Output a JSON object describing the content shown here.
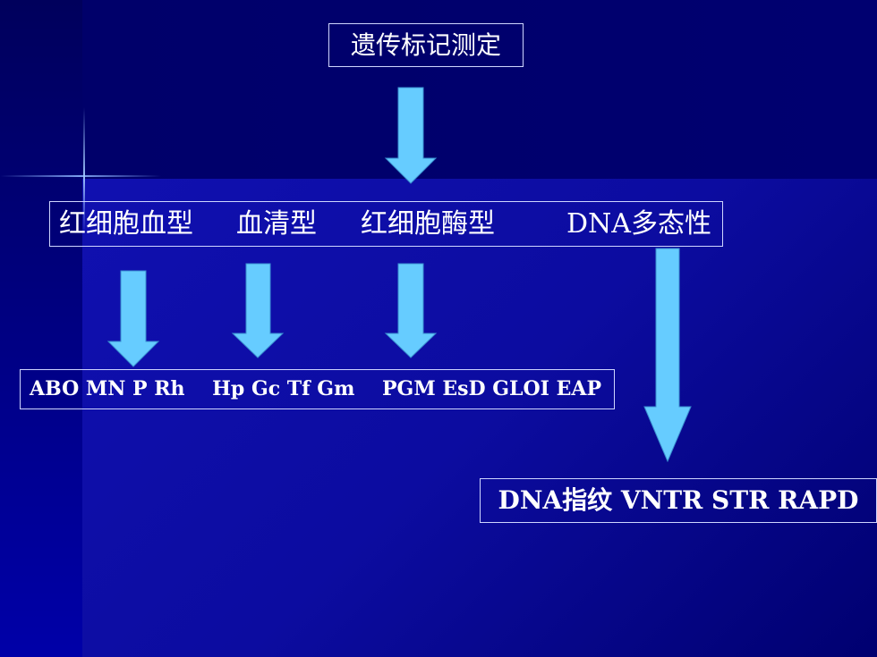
{
  "colors": {
    "arrow": "#66ccff",
    "text": "#ffffff",
    "border": "#cfd6ff"
  },
  "title": "遗传标记测定",
  "categories": [
    {
      "label": "红细胞血型"
    },
    {
      "label": "血清型"
    },
    {
      "label": "红细胞酶型"
    },
    {
      "label": "DNA多态性"
    }
  ],
  "markers_text": "ABO MN P Rh    Hp Gc Tf Gm    PGM EsD GLOI EAP",
  "dna_methods_text": "DNA指纹 VNTR STR RAPD"
}
